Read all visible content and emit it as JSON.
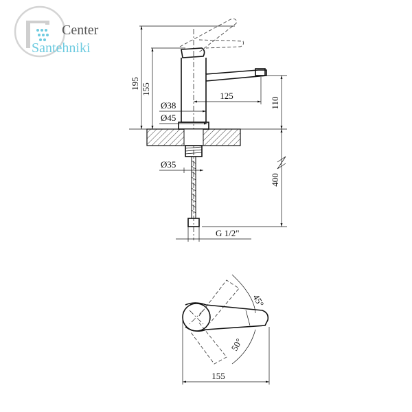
{
  "logo": {
    "line1": "Center",
    "line2": "Santehniki",
    "colors": {
      "text": "#5a5a5a",
      "accent": "#6ecbe0",
      "frame": "#c9c9c9"
    }
  },
  "dimensions": {
    "height_total": "195",
    "height_body": "155",
    "spout_reach": "125",
    "spout_height": "110",
    "dia_38": "Ø38",
    "dia_45": "Ø45",
    "dia_35": "Ø35",
    "hose_length": "400",
    "thread": "G 1/2\"",
    "width_top": "155",
    "angle_45": "45°",
    "angle_50": "50°"
  }
}
